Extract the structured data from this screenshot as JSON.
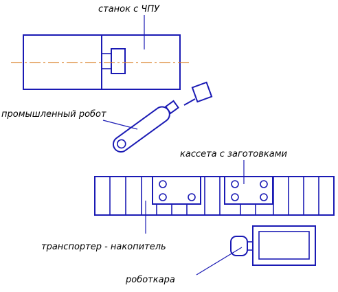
{
  "labels": {
    "cnc_machine": "станок с ЧПУ",
    "industrial_robot": "промышленный робот",
    "blank_cassette": "кассета с заготовками",
    "conveyor_storage": "транспортер - накопитель",
    "robot_cart": "роботкара"
  },
  "colors": {
    "outline": "#1a1ab4",
    "axis": "#d9822b",
    "text": "#000000"
  }
}
